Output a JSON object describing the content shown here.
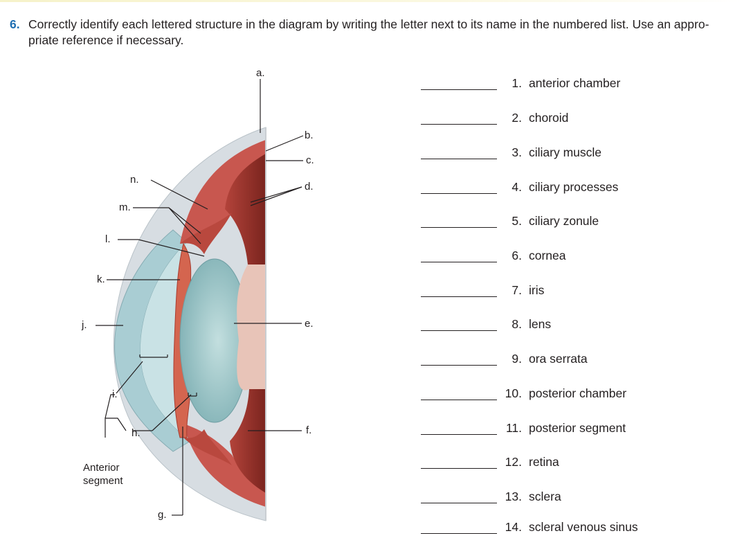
{
  "question": {
    "number": "6.",
    "text": "Correctly identify each lettered structure in the diagram by writing the letter next to its name in the numbered list. Use an appro- priate reference if necessary."
  },
  "diagram": {
    "letters": [
      "a.",
      "b.",
      "c.",
      "d.",
      "e.",
      "f.",
      "g.",
      "h.",
      "i.",
      "j.",
      "k.",
      "l.",
      "m.",
      "n."
    ],
    "bracket_label": [
      "Anterior",
      "segment"
    ]
  },
  "items": [
    {
      "number": "1.",
      "name": "anterior chamber"
    },
    {
      "number": "2.",
      "name": "choroid"
    },
    {
      "number": "3.",
      "name": "ciliary muscle"
    },
    {
      "number": "4.",
      "name": "ciliary processes"
    },
    {
      "number": "5.",
      "name": "ciliary zonule"
    },
    {
      "number": "6.",
      "name": "cornea"
    },
    {
      "number": "7.",
      "name": "iris"
    },
    {
      "number": "8.",
      "name": "lens"
    },
    {
      "number": "9.",
      "name": "ora serrata"
    },
    {
      "number": "10.",
      "name": "posterior chamber"
    },
    {
      "number": "11.",
      "name": "posterior segment"
    },
    {
      "number": "12.",
      "name": "retina"
    },
    {
      "number": "13.",
      "name": "sclera"
    },
    {
      "number": "14.",
      "name": "scleral venous sinus"
    }
  ],
  "colors": {
    "question_number": "#1f6fb2",
    "sclera": "#d7dde2",
    "cornea": "#a9cdd3",
    "choroid": "#c8574f",
    "vitreous": "#8c2d26",
    "lens": "#9cc4c6"
  }
}
